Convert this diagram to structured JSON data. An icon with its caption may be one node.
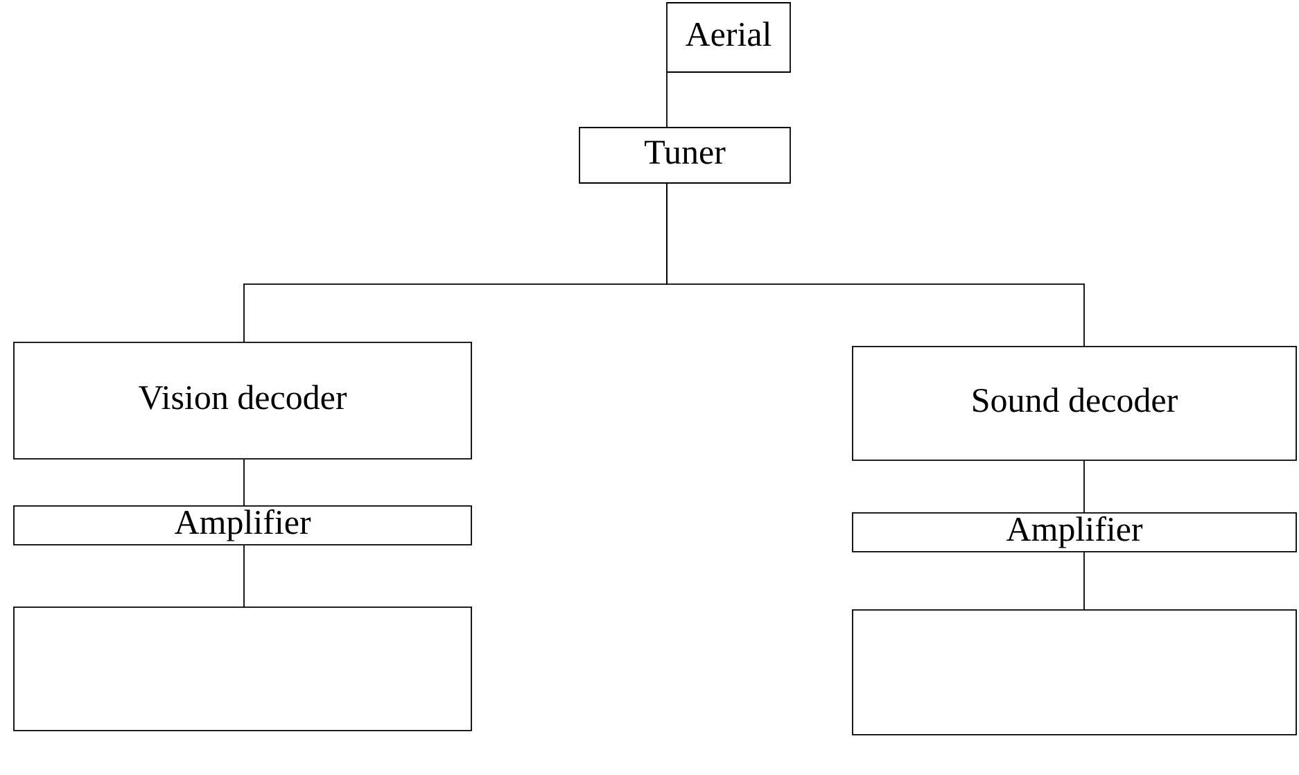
{
  "diagram": {
    "nodes": [
      {
        "text": [
          "Aerial"
        ]
      },
      {
        "text": [
          "Tuner"
        ]
      },
      {
        "text": [
          "Vision decoder"
        ]
      },
      {
        "text": [
          "Sound decoder"
        ]
      },
      {
        "text": [
          "Amplifier"
        ]
      },
      {
        "text": [
          "Amplifier"
        ]
      },
      {
        "text": [],
        "shape": "box"
      },
      {
        "text": [],
        "shape": "box"
      }
    ],
    "edges": [
      {
        "from": 0,
        "to": 1,
        "arrow": "none"
      },
      {
        "from": 1,
        "to": 2,
        "arrow": "none"
      },
      {
        "from": 1,
        "to": 3,
        "arrow": "none"
      },
      {
        "from": 2,
        "to": 4,
        "arrow": "none"
      },
      {
        "from": 4,
        "to": 6,
        "arrow": "none"
      },
      {
        "from": 3,
        "to": 5,
        "arrow": "none"
      },
      {
        "from": 5,
        "to": 7,
        "arrow": "none"
      }
    ]
  }
}
